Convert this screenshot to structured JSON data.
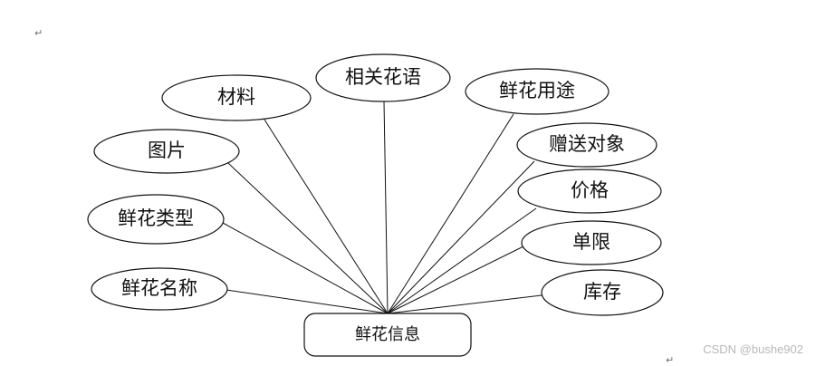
{
  "diagram": {
    "entity": "鲜花信息",
    "attributes": [
      "相关花语",
      "材料",
      "鲜花用途",
      "图片",
      "赠送对象",
      "价格",
      "鲜花类型",
      "单限",
      "鲜花名称",
      "库存"
    ]
  },
  "marks": {
    "top_left": "↵",
    "bottom_right": "↵"
  },
  "watermark": "CSDN @bushe902"
}
